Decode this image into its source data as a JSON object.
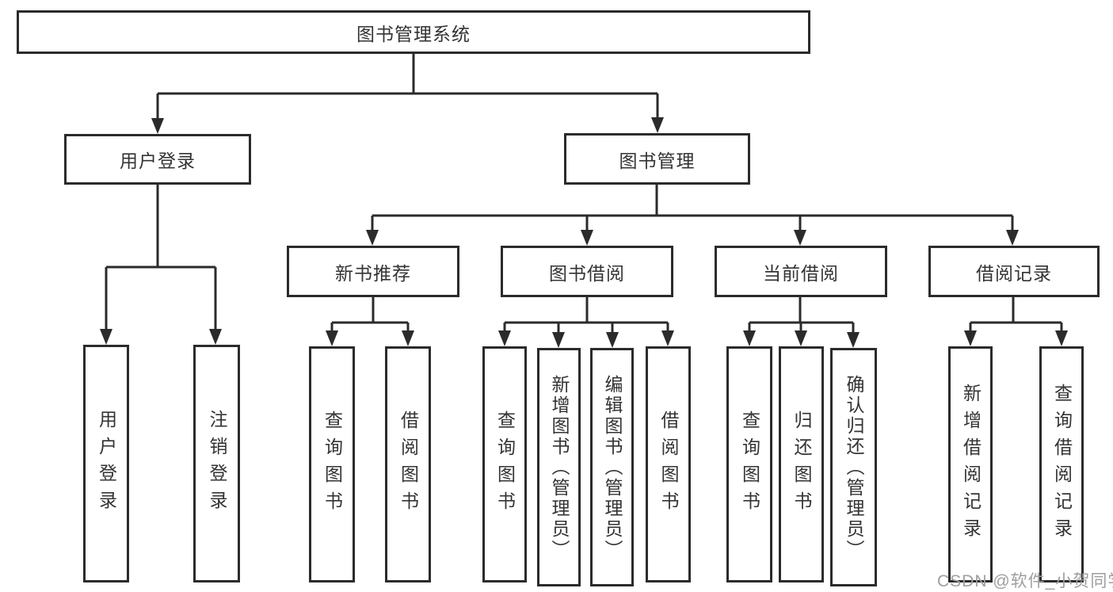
{
  "title": "图书管理系统",
  "level2": {
    "user_login": "用户登录",
    "book_mgmt": "图书管理"
  },
  "level3": [
    "新书推荐",
    "图书借阅",
    "当前借阅",
    "借阅记录"
  ],
  "leaves": {
    "login": [
      "用户登录",
      "注销登录"
    ],
    "recommend": [
      "查询图书",
      "借阅图书"
    ],
    "borrow": [
      "查询图书",
      "新增图书（管理员）",
      "编辑图书（管理员）",
      "借阅图书"
    ],
    "current": [
      "查询图书",
      "归还图书",
      "确认归还（管理员）"
    ],
    "records": [
      "新增借阅记录",
      "查询借阅记录"
    ]
  },
  "watermark": "CSDN @软件_小贺同学",
  "colors": {
    "line": "#2b2b2b",
    "text": "#333333",
    "box_background": "#ffffff",
    "watermark": "#9e9e9e"
  }
}
